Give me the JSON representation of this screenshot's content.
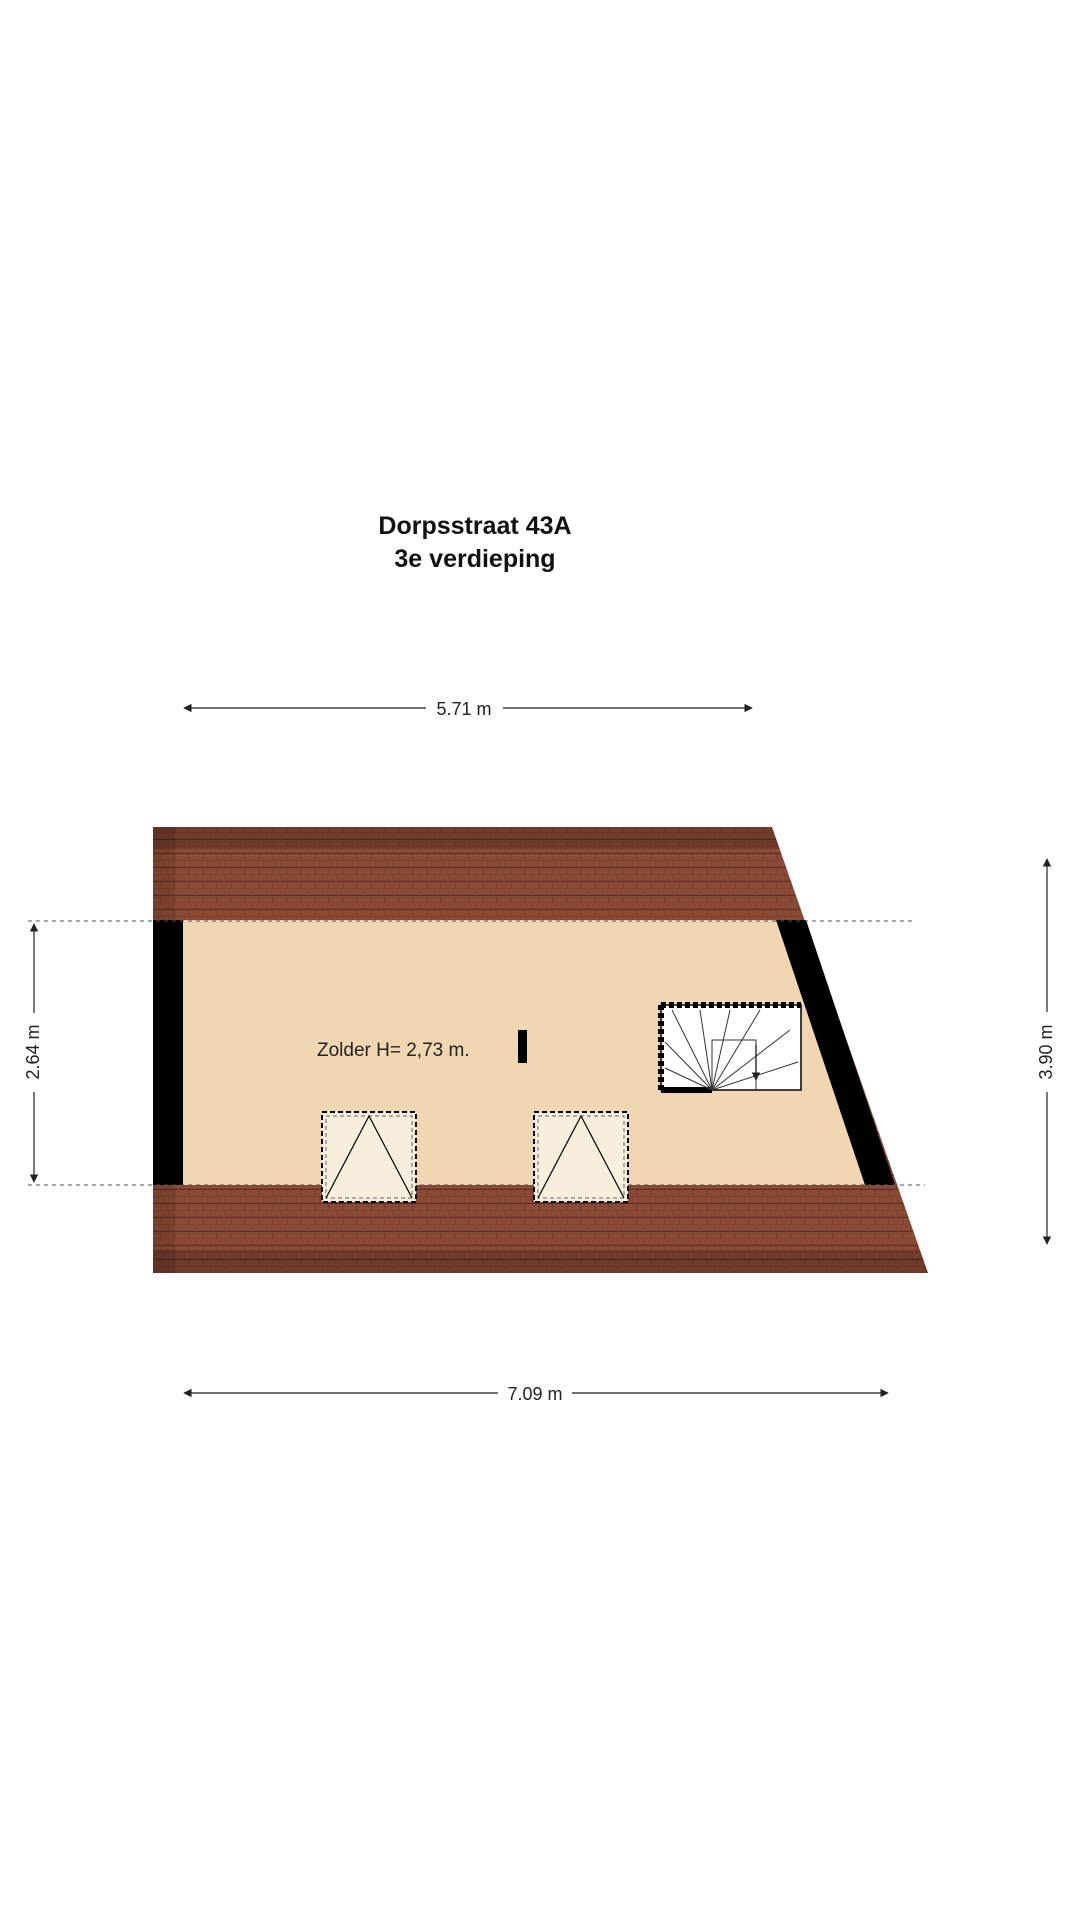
{
  "header": {
    "address": "Dorpsstraat 43A",
    "floor": "3e verdieping"
  },
  "rooms": [
    {
      "label": "Zolder H= 2,73 m."
    }
  ],
  "dimensions": {
    "top_width": "5.71 m",
    "bottom_width": "7.09 m",
    "left_height": "2.64 m",
    "right_height": "3.90 m"
  },
  "colors": {
    "floor": "#f0d7b1",
    "roof_tiles": "#8a4a35",
    "roof_tile_lines": "#5e2e20",
    "walls": "#000000",
    "dimension_lines": "#222222"
  },
  "icons": {
    "skylight": "skylight-window-icon",
    "stairs": "staircase-icon",
    "chimney": "chimney-icon"
  }
}
